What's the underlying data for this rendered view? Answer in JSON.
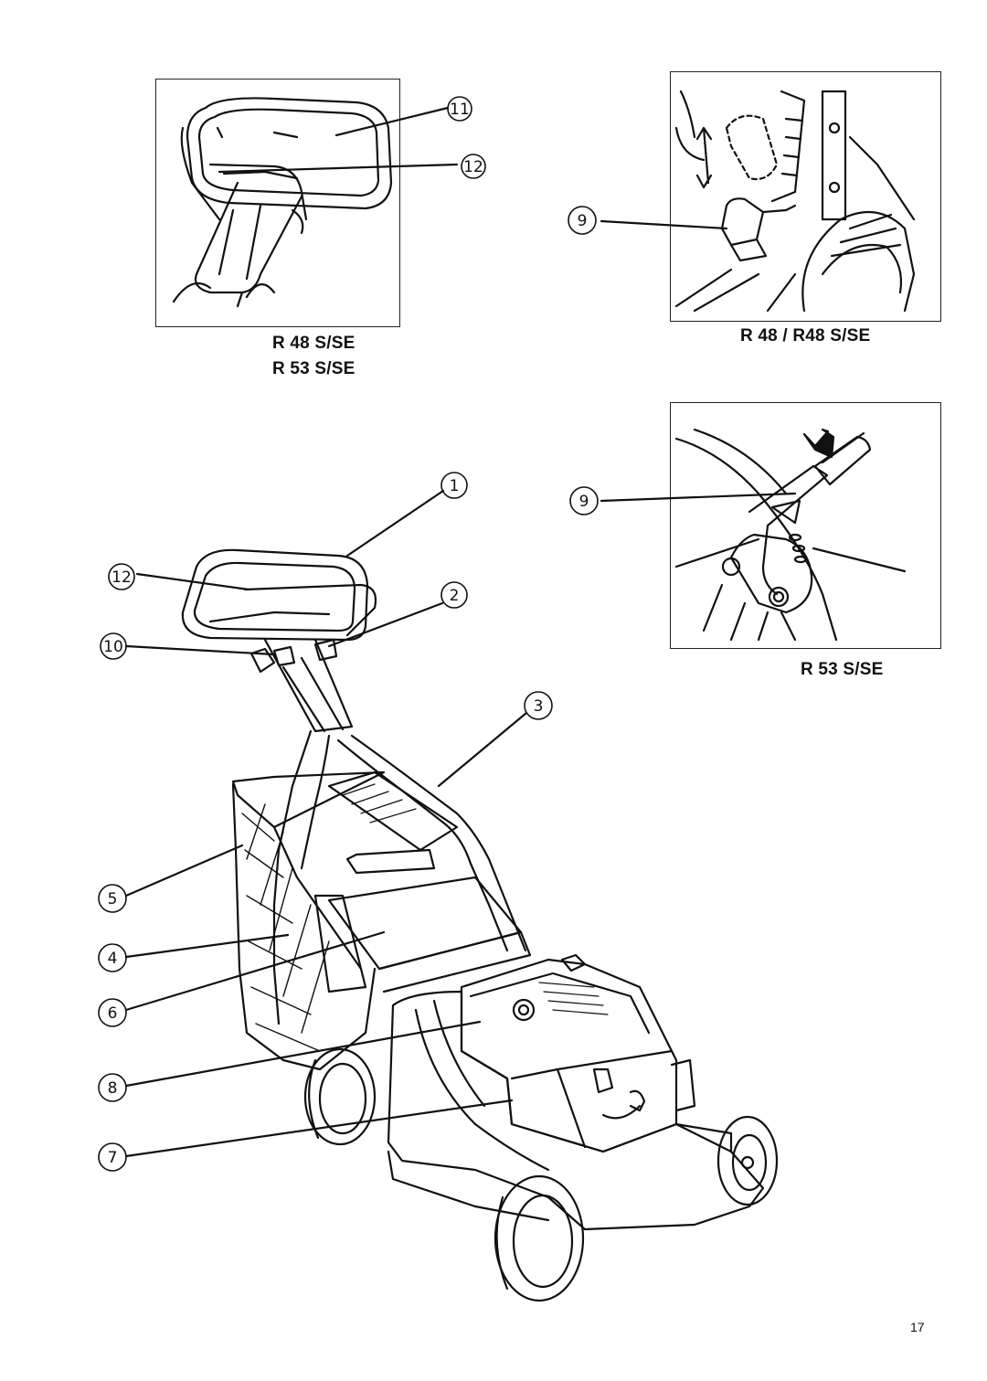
{
  "captions": {
    "handle_models": [
      "R 48 S/SE",
      "R 53 S/SE"
    ],
    "height_front_models": "R 48 / R48 S/SE",
    "height_side_models": "R 53 S/SE"
  },
  "callouts": {
    "c1": "1",
    "c2": "2",
    "c3": "3",
    "c4": "4",
    "c5": "5",
    "c6": "6",
    "c7": "7",
    "c8": "8",
    "c9a": "9",
    "c9b": "9",
    "c10": "10",
    "c11": "11",
    "c12a": "12",
    "c12b": "12"
  },
  "page_number": "17"
}
